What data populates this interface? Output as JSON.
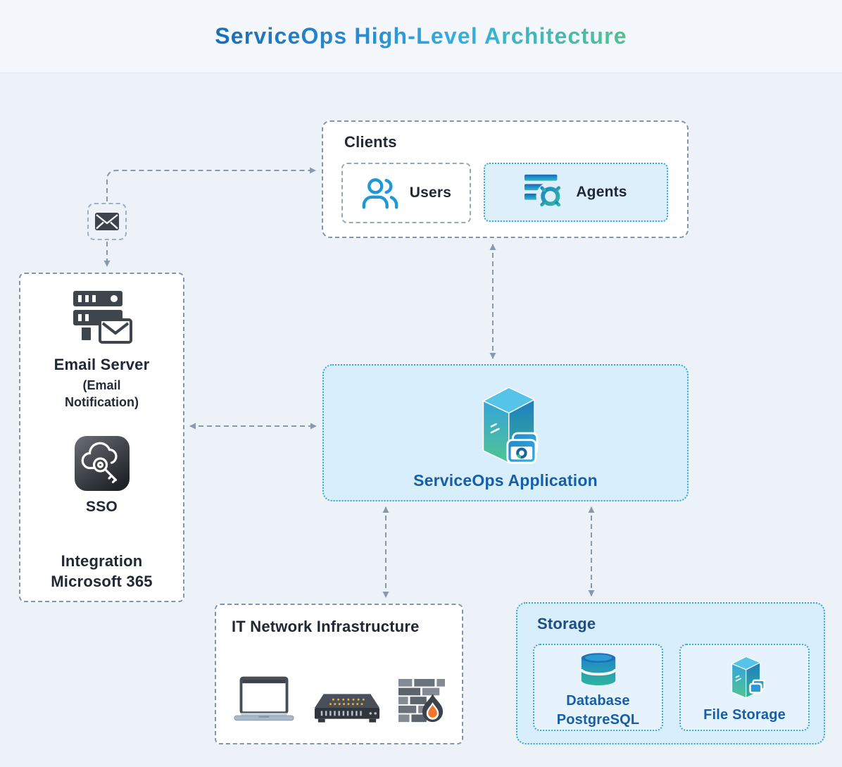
{
  "title": "ServiceOps High-Level Architecture",
  "colors": {
    "title_gradient": [
      "#1b6cb5",
      "#31aee4",
      "#52c18d"
    ],
    "accent_cyan": "#33a7de",
    "slate_border": "#8395ad",
    "arrow": "#8998ac",
    "panel_blue_bg": "#d9eefb",
    "subpanel_blue_bg": "#e6f3fd",
    "text_dark": "#202835",
    "text_blue": "#165fa8",
    "storage_title_blue": "#1c4e85",
    "icon_dark_gray": "#3f454d",
    "icon_blue": "#2196d3",
    "icon_teal": "#3bbd96"
  },
  "clients": {
    "title": "Clients",
    "users": {
      "label": "Users",
      "icon": "users-icon"
    },
    "agents": {
      "label": "Agents",
      "icon": "agents-gear-icon"
    }
  },
  "email_relay": {
    "icon": "envelope-icon"
  },
  "integration": {
    "email_server": {
      "label": "Email Server",
      "sublabel": "(Email Notification)",
      "icon": "email-server-icon"
    },
    "sso": {
      "label": "SSO",
      "icon": "sso-cloud-key-icon"
    },
    "footer_label": "Integration Microsoft 365"
  },
  "application": {
    "label": "ServiceOps Application",
    "icon": "app-server-icon"
  },
  "network": {
    "title": "IT Network Infrastructure",
    "icons": [
      "laptop-icon",
      "network-switch-icon",
      "firewall-icon"
    ]
  },
  "storage": {
    "title": "Storage",
    "database": {
      "label": "Database PostgreSQL",
      "icon": "database-icon"
    },
    "file": {
      "label": "File Storage",
      "icon": "file-storage-icon"
    }
  }
}
